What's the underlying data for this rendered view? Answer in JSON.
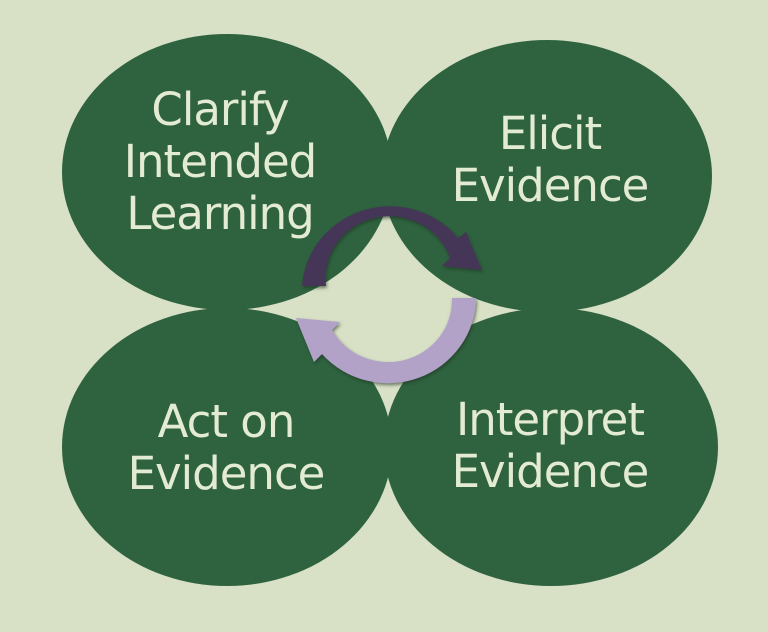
{
  "diagram": {
    "type": "four-petal cycle",
    "background": "#d8e0c6",
    "petal_color": "#2f6340",
    "text_color": "#e3ebd3",
    "petals": [
      {
        "position": "top-left",
        "lines": [
          "Clarify",
          "Intended",
          "Learning"
        ]
      },
      {
        "position": "top-right",
        "lines": [
          "Elicit",
          "Evidence"
        ]
      },
      {
        "position": "bottom-left",
        "lines": [
          "Act on",
          "Evidence"
        ]
      },
      {
        "position": "bottom-right",
        "lines": [
          "Interpret",
          "Evidence"
        ]
      }
    ],
    "cycle_arrows": {
      "upper_arrow_color": "#443556",
      "lower_arrow_color": "#b3a2c8",
      "direction": "clockwise"
    }
  }
}
